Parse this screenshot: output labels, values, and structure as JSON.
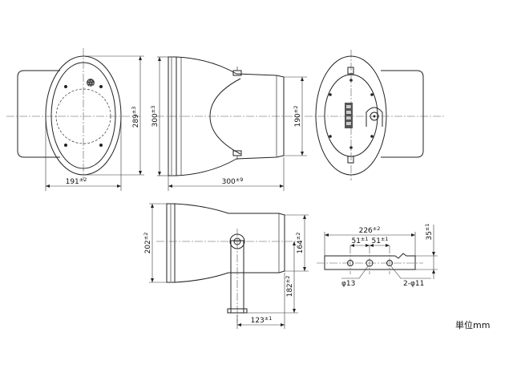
{
  "dimensions": {
    "front_width": {
      "value": "191",
      "tol": "±2"
    },
    "front_height": {
      "value": "289",
      "tol": "±3"
    },
    "side_height": {
      "value": "300",
      "tol": "±3"
    },
    "side_length": {
      "value": "300",
      "tol": "±9"
    },
    "rear_height": {
      "value": "190",
      "tol": "±2"
    },
    "bottom_height": {
      "value": "202",
      "tol": "±2"
    },
    "bottom_mid": {
      "value": "164",
      "tol": "±2"
    },
    "bracket_height": {
      "value": "182",
      "tol": "±2"
    },
    "bracket_offset": {
      "value": "123",
      "tol": "±1"
    },
    "plate_width": {
      "value": "226",
      "tol": "±2"
    },
    "hole_pitch_left": {
      "value": "51",
      "tol": "±1"
    },
    "hole_pitch_right": {
      "value": "51",
      "tol": "±1"
    },
    "plate_height": {
      "value": "35",
      "tol": "±1"
    }
  },
  "callouts": {
    "center_hole": "φ13",
    "side_holes": "2-φ11"
  },
  "unit_note": "単位mm"
}
